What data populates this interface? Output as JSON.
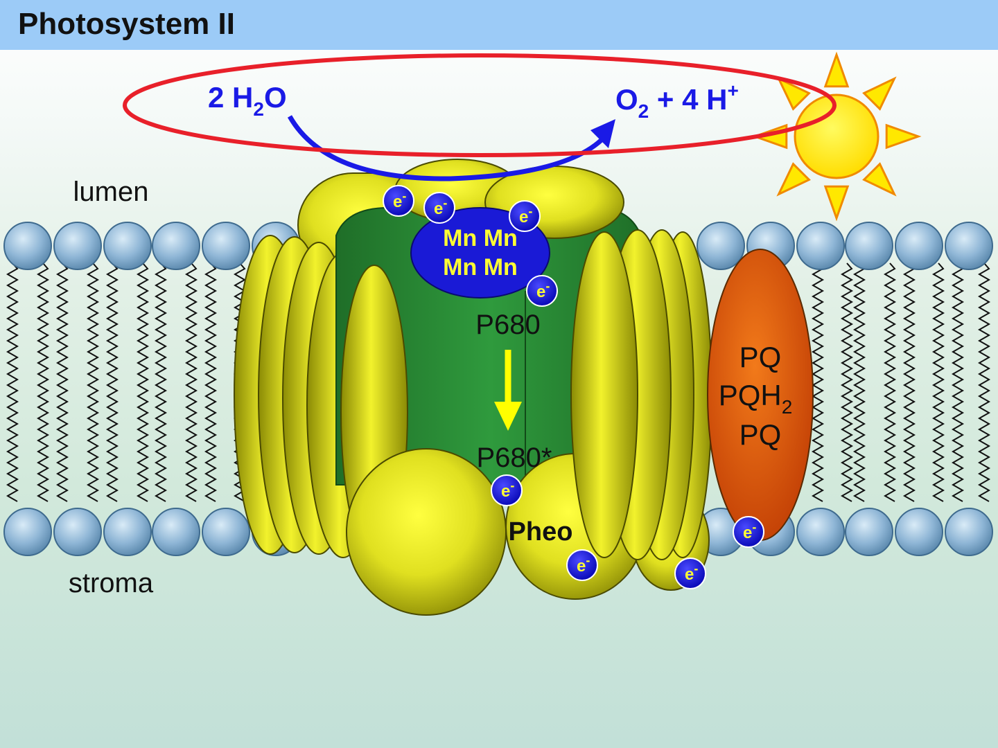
{
  "title": "Photosystem II",
  "regions": {
    "lumen": "lumen",
    "stroma": "stroma"
  },
  "reaction": {
    "reactant_coef": "2 H",
    "reactant_sub": "2",
    "reactant_end": "O",
    "product_o": "O",
    "product_o_sub": "2",
    "product_mid": " + 4 H",
    "product_sup": "+"
  },
  "manganese_cluster": {
    "line1": "Mn Mn",
    "line2": "Mn Mn"
  },
  "components": {
    "p680": "P680",
    "p680_excited": "P680*",
    "pheo": "Pheo"
  },
  "plastoquinone": {
    "line1": "PQ",
    "line2": "PQH",
    "line2_sub": "2",
    "line3": "PQ"
  },
  "electron": {
    "base": "e",
    "sup": "-"
  },
  "colors": {
    "title_bar": "#9ccbf7",
    "reaction_text": "#1a1ae6",
    "highlight_ellipse": "#e8202a",
    "protein_yellow": "#d4d419",
    "protein_green": "#2e8b3a",
    "mn_cluster": "#1a1ad6",
    "plastoquinone": "#d9500a",
    "sun": "#ffe800",
    "lipid_head": "#8fb6d6"
  }
}
